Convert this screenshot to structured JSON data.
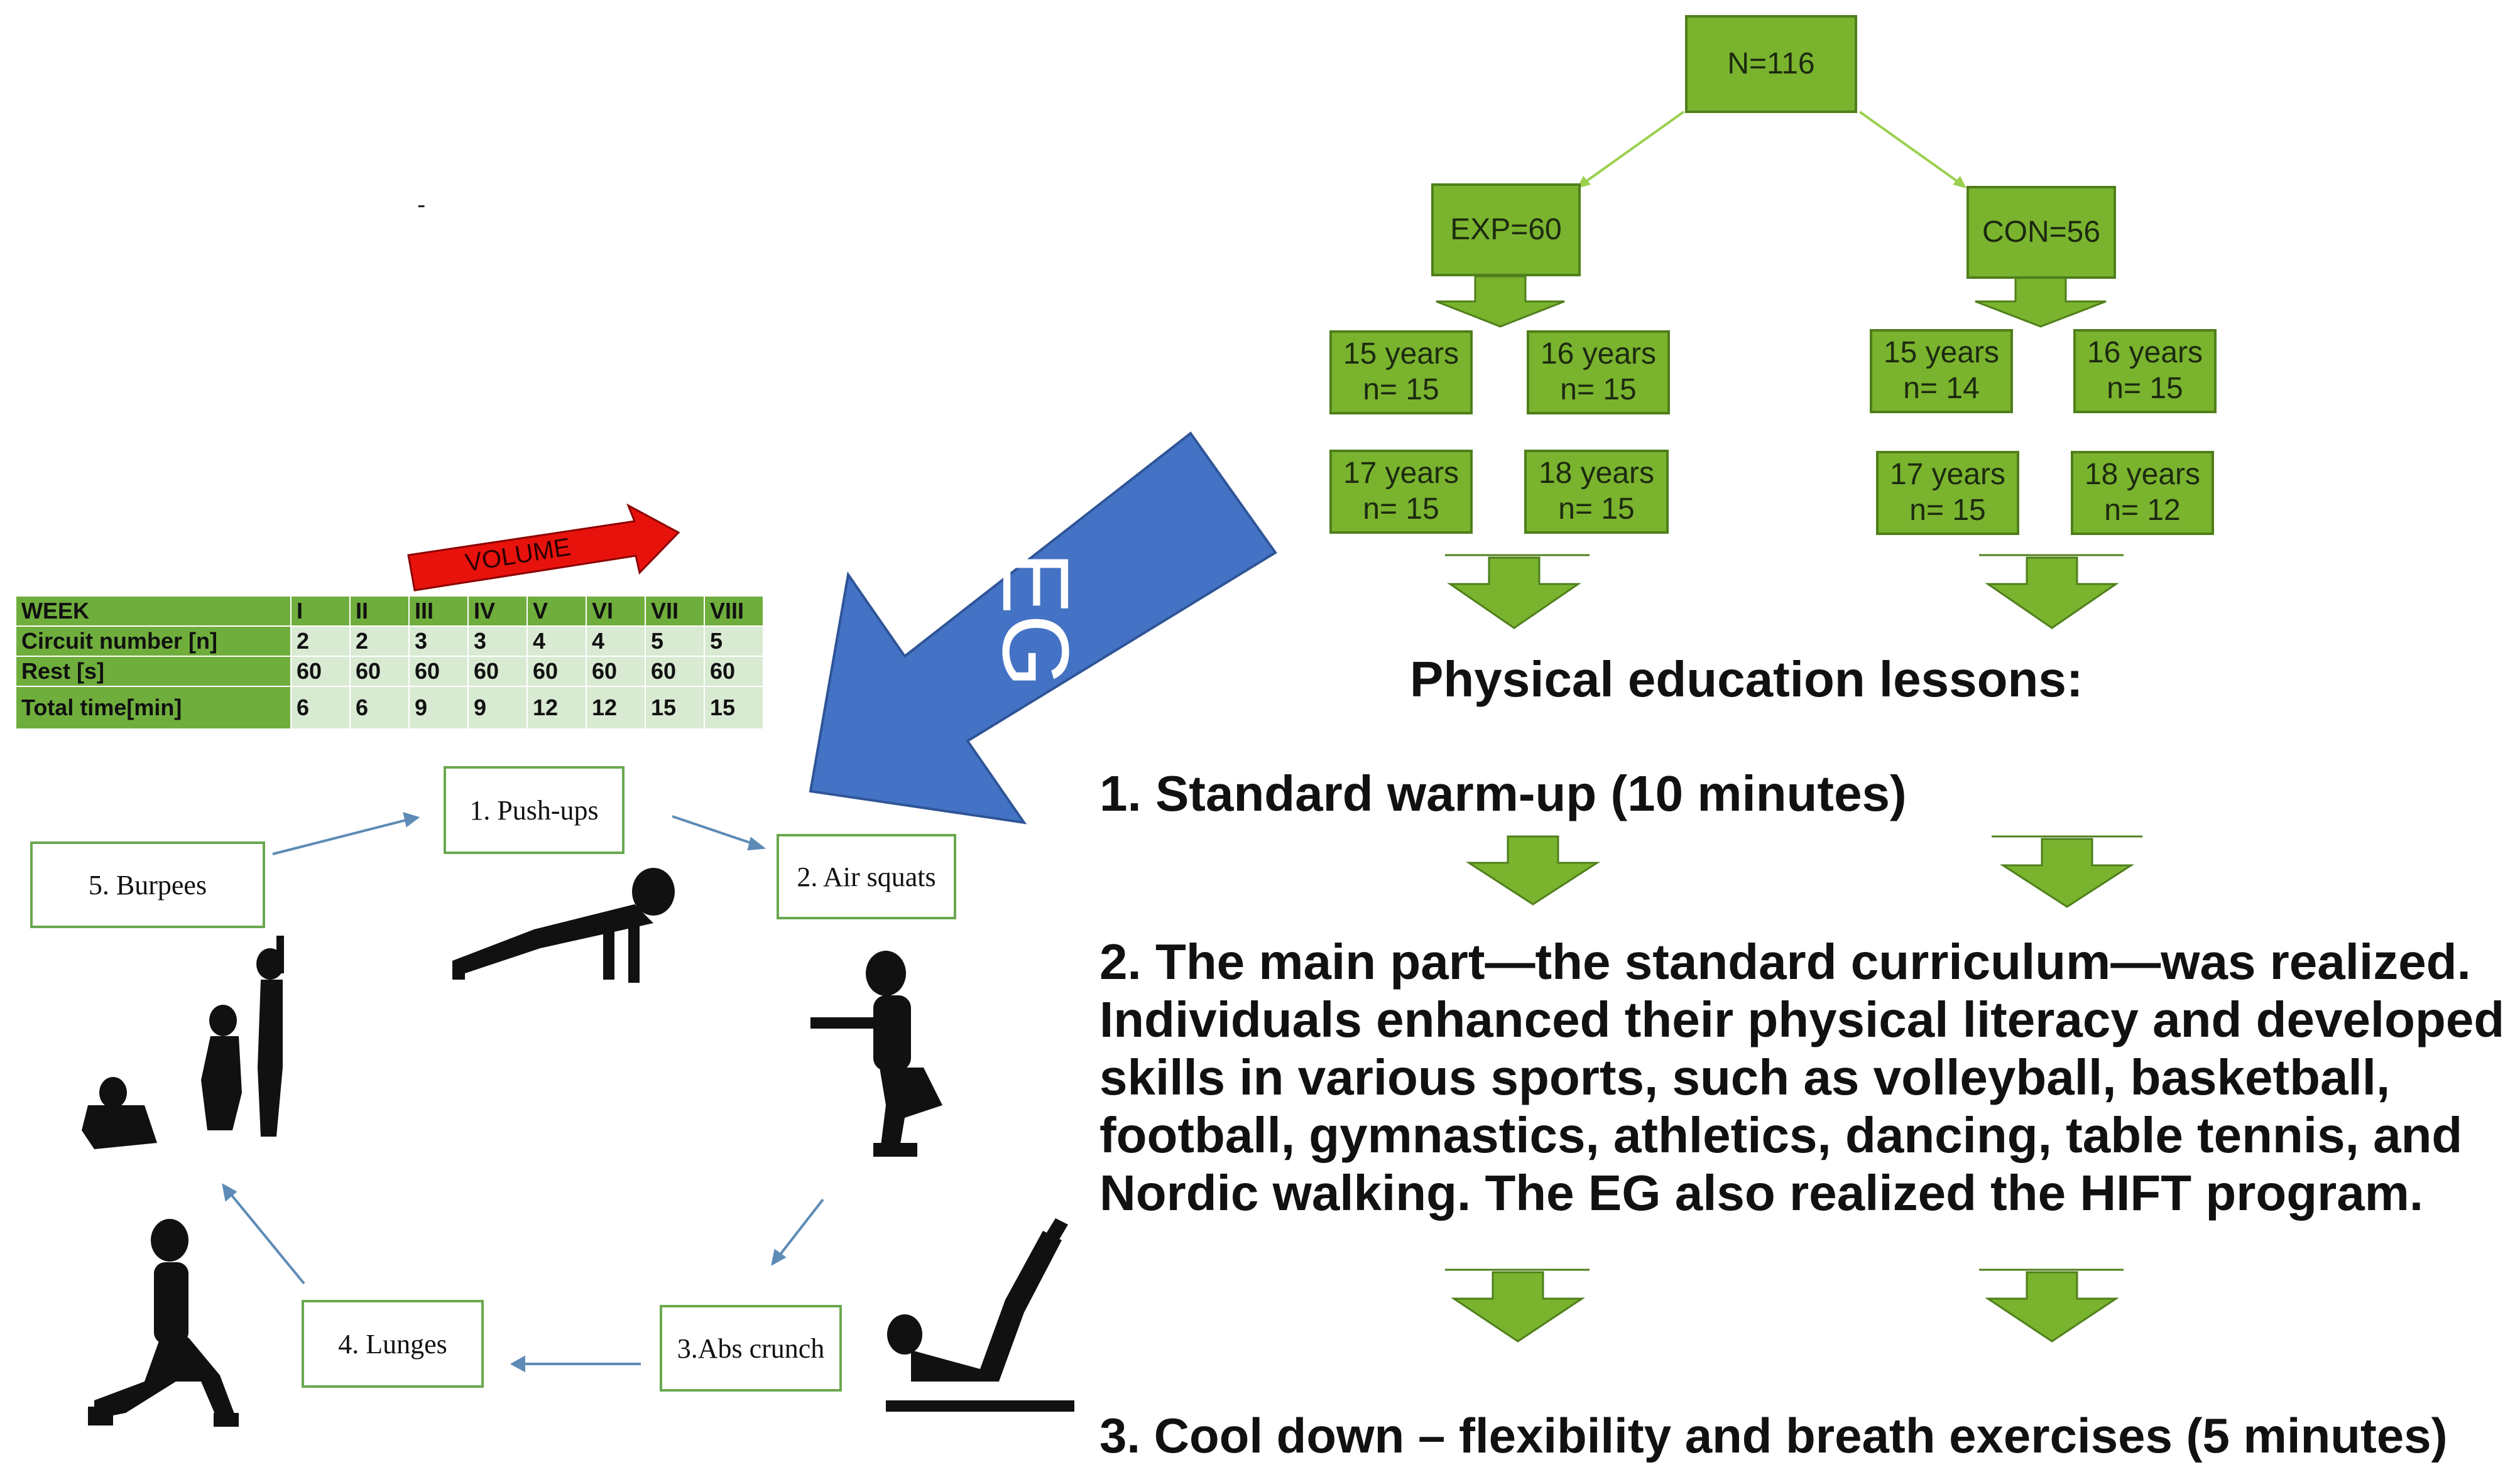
{
  "flow": {
    "top": "N=116",
    "exp": "EXP=60",
    "con": "CON=56",
    "exp_groups": [
      "15 years\nn= 15",
      "16 years\nn= 15",
      "17 years\nn= 15",
      "18 years\nn= 15"
    ],
    "con_groups": [
      "15 years\nn= 14",
      "16 years\nn= 15",
      "17 years\nn= 15",
      "18 years\nn= 12"
    ]
  },
  "lessons": {
    "heading": "Physical education lessons:",
    "step1": "1. Standard warm-up (10 minutes)",
    "step2": "2. The main part—the standard curriculum—was realized. Individuals enhanced their physical literacy and developed skills in various sports, such as volleyball, basketball, football, gymnastics, athletics, dancing, table tennis, and Nordic walking. The EG also realized the HIFT program.",
    "step3": "3. Cool down – flexibility and breath exercises (5 minutes)"
  },
  "eg_label": "EG",
  "volume_label": "VOLUME",
  "dash": "-",
  "table": {
    "header": [
      "WEEK",
      "I",
      "II",
      "III",
      "IV",
      "V",
      "VI",
      "VII",
      "VIII"
    ],
    "rows": [
      [
        "Circuit number [n]",
        "2",
        "2",
        "3",
        "3",
        "4",
        "4",
        "5",
        "5"
      ],
      [
        "Rest [s]",
        "60",
        "60",
        "60",
        "60",
        "60",
        "60",
        "60",
        "60"
      ],
      [
        "Total time[min]",
        "6",
        "6",
        "9",
        "9",
        "12",
        "12",
        "15",
        "15"
      ]
    ]
  },
  "circuit": {
    "pushups": "1. Push-ups",
    "squats": "2. Air squats",
    "crunch": "3.Abs crunch",
    "lunges": "4. Lunges",
    "burpees": "5. Burpees"
  },
  "colors": {
    "box_green": "#7ab32e",
    "arrow_blue": "#4472c4",
    "volume_red": "#e8120c",
    "table_green": "#6fae3c",
    "table_light": "#d9ead3"
  }
}
